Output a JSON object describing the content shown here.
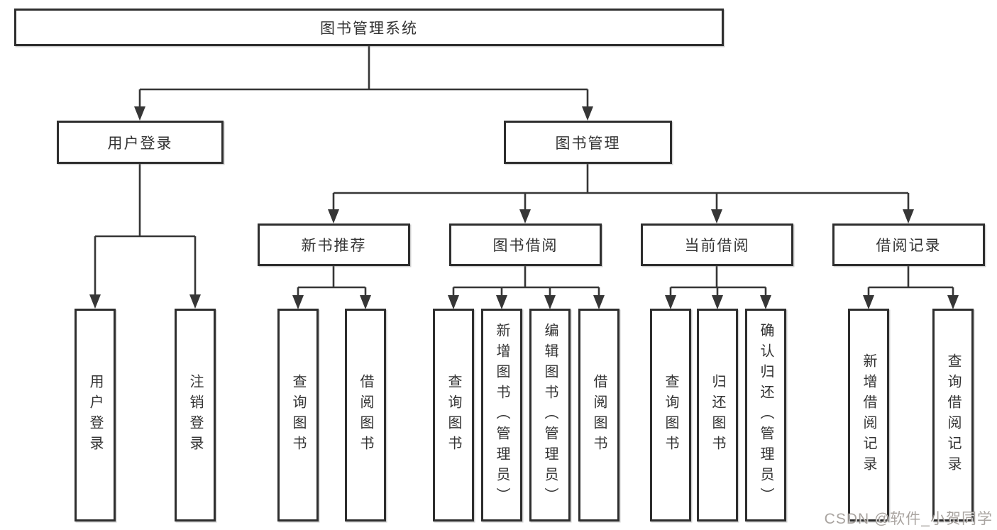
{
  "tree": {
    "root": {
      "label": "图书管理系统"
    },
    "level2": [
      {
        "label": "用户登录",
        "children": [
          {
            "label": "用户登录"
          },
          {
            "label": "注销登录"
          }
        ]
      },
      {
        "label": "图书管理",
        "children": [
          {
            "label": "新书推荐",
            "children": [
              {
                "label": "查询图书"
              },
              {
                "label": "借阅图书"
              }
            ]
          },
          {
            "label": "图书借阅",
            "children": [
              {
                "label": "查询图书"
              },
              {
                "label": "新增图书（管理员）"
              },
              {
                "label": "编辑图书（管理员）"
              },
              {
                "label": "借阅图书"
              }
            ]
          },
          {
            "label": "当前借阅",
            "children": [
              {
                "label": "查询图书"
              },
              {
                "label": "归还图书"
              },
              {
                "label": "确认归还（管理员）"
              }
            ]
          },
          {
            "label": "借阅记录",
            "children": [
              {
                "label": "新增借阅记录"
              },
              {
                "label": "查询借阅记录"
              }
            ]
          }
        ]
      }
    ]
  },
  "watermark": {
    "text": "CSDN @软件_小贺同学"
  },
  "colors": {
    "line": "#363636",
    "box_border": "#2e2e2e",
    "box_fill": "#ffffff",
    "text": "#333333",
    "background": "#ffffff",
    "watermark_gray": "#8c8680"
  }
}
